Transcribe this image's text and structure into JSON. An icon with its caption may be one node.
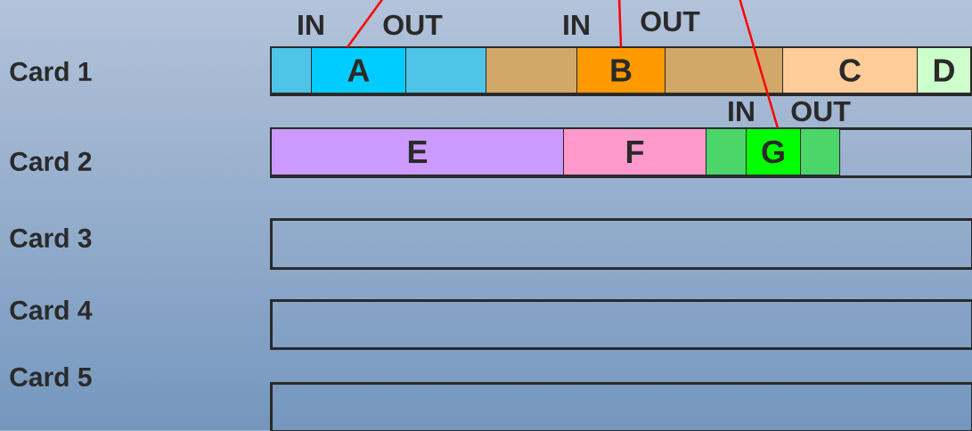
{
  "diagram": {
    "nodes": [
      {
        "text": [],
        "shape": "bar"
      },
      {
        "text": [],
        "shape": "box",
        "in": 0
      },
      {
        "text": [
          "A"
        ],
        "in": 1
      },
      {
        "text": [],
        "shape": "box",
        "in": 0
      },
      {
        "text": [
          "B"
        ],
        "in": 3
      },
      {
        "text": [
          "C"
        ],
        "in": 0
      },
      {
        "text": [
          "D"
        ],
        "in": 0
      },
      {
        "text": [],
        "shape": "bar"
      },
      {
        "text": [
          "E"
        ],
        "in": 7
      },
      {
        "text": [
          "F"
        ],
        "in": 7
      },
      {
        "text": [],
        "shape": "box",
        "in": 7
      },
      {
        "text": [
          "G"
        ],
        "in": 10
      },
      {
        "text": [],
        "shape": "bar"
      },
      {
        "text": [],
        "shape": "bar"
      },
      {
        "text": [],
        "shape": "bar"
      }
    ],
    "edges": [
      {
        "from": null,
        "to": 2,
        "arrow": "none"
      },
      {
        "from": null,
        "to": 4,
        "arrow": "none"
      },
      {
        "from": null,
        "to": 11,
        "arrow": "none"
      }
    ],
    "labels": [
      "IN",
      "OUT",
      "IN",
      "OUT",
      "Card 1",
      "IN",
      "OUT",
      "Card 2",
      "Card 3",
      "Card 4",
      "Card 5"
    ]
  }
}
